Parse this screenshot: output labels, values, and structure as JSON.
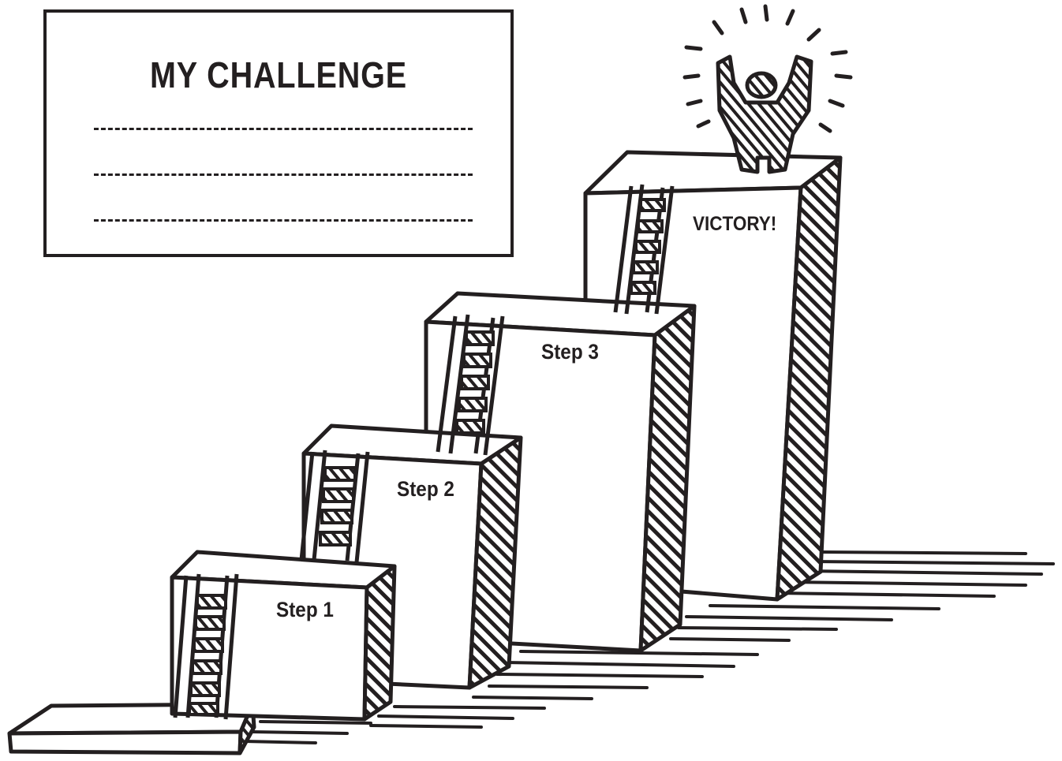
{
  "challenge_card": {
    "title": "MY CHALLENGE",
    "blank_lines": 3
  },
  "steps": [
    {
      "label": "Step 1"
    },
    {
      "label": "Step 2"
    },
    {
      "label": "Step 3"
    },
    {
      "label": "VICTORY!"
    }
  ],
  "colors": {
    "ink": "#231f20",
    "paper": "#ffffff"
  },
  "icons": [
    "ladder-icon",
    "celebrating-person-icon",
    "radiance-icon"
  ]
}
